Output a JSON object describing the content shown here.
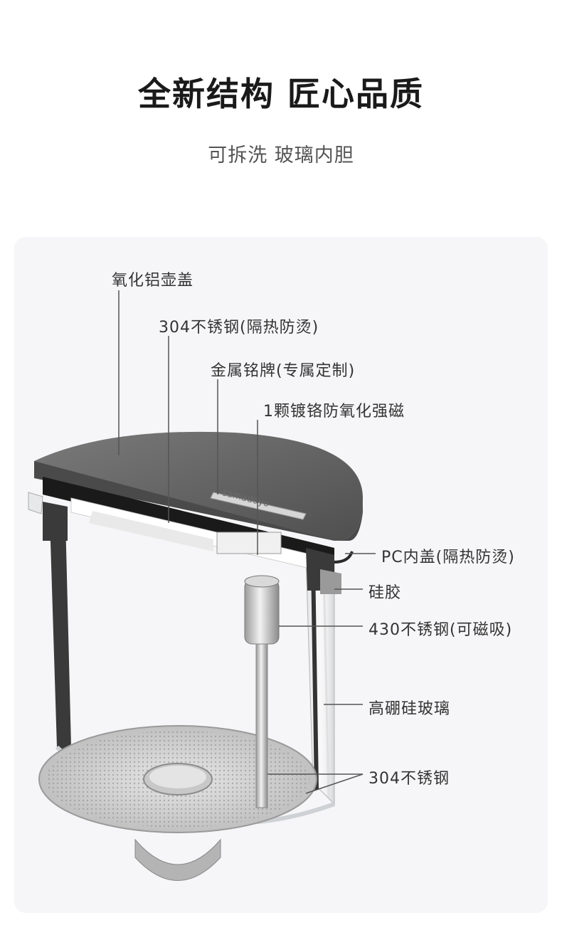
{
  "header": {
    "title": "全新结构 匠心品质",
    "subtitle": "可拆洗 玻璃内胆"
  },
  "product": {
    "brand_mark": "samadoyo"
  },
  "callouts": [
    "氧化铝壶盖",
    "304不锈钢(隔热防烫)",
    "金属铭牌(专属定制)",
    "1颗镀铬防氧化强磁",
    "PC内盖(隔热防烫)",
    "硅胶",
    "430不锈钢(可磁吸)",
    "高硼硅玻璃",
    "304不锈钢"
  ],
  "colors": {
    "background": "#ffffff",
    "panel": "#f6f6f8",
    "lid_top": "#6a6a6a",
    "leader_line": "#555555"
  }
}
